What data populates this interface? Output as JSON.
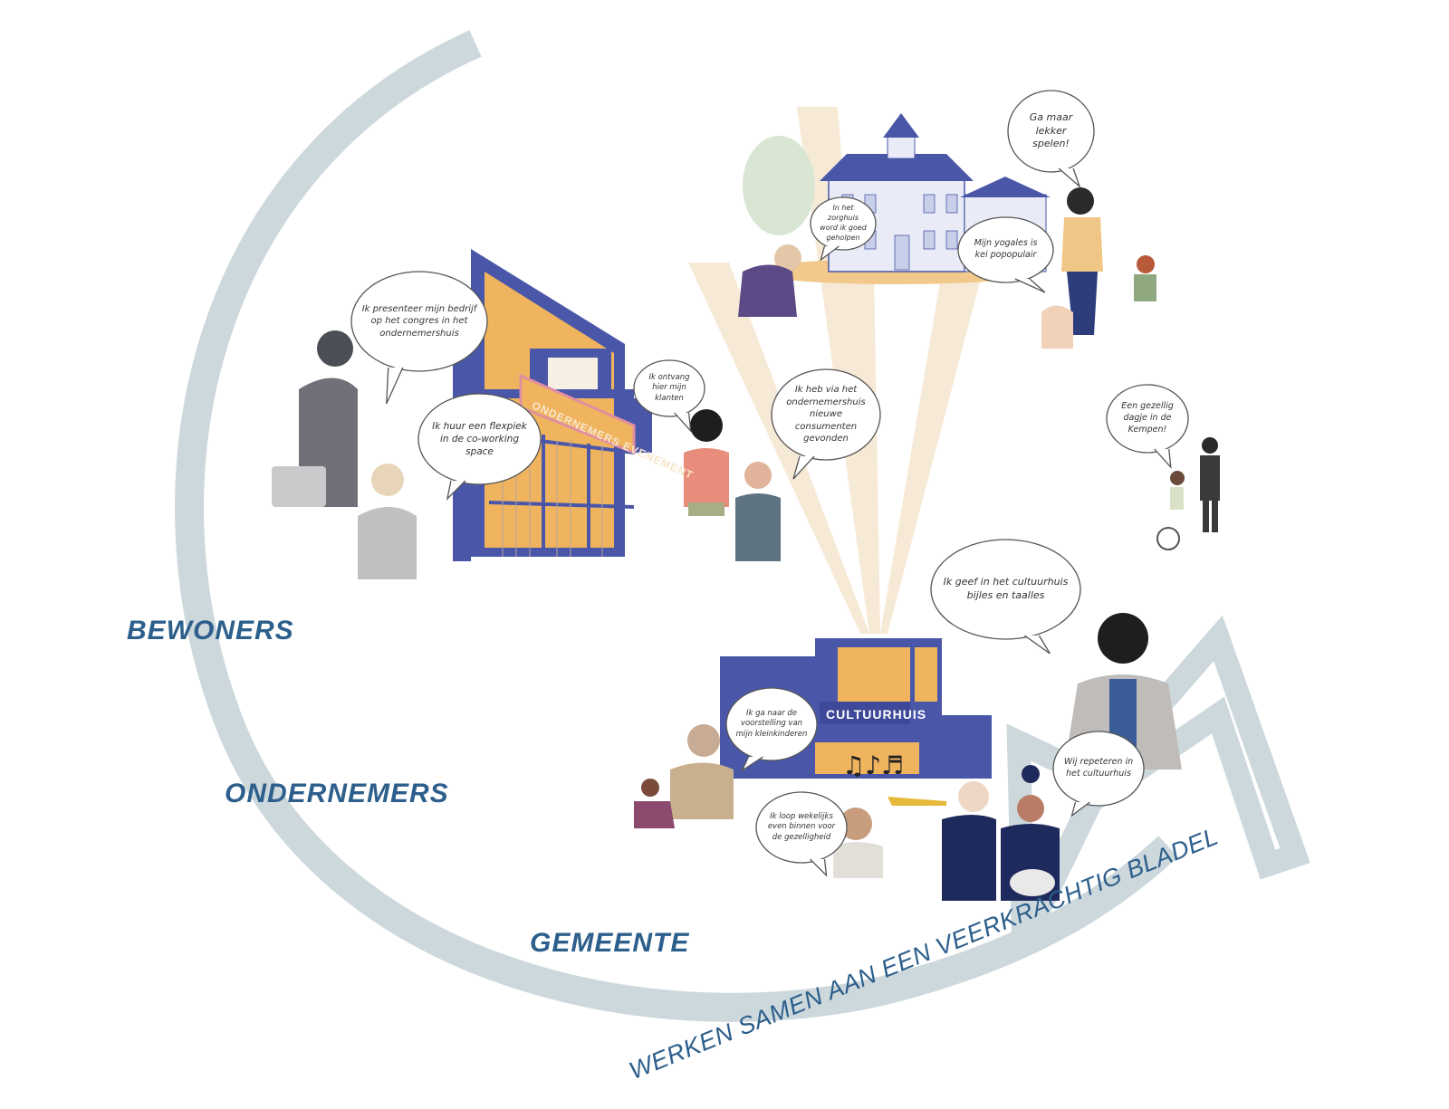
{
  "groups": {
    "residents": "BEWONERS",
    "entrepreneurs": "ONDERNEMERS",
    "municipality": "GEMEENTE"
  },
  "slogan": "WERKEN SAMEN AAN EEN VEERKRACHTIG BLADEL",
  "buildings": {
    "ondernemershuis_sign": "ONDERNEMERS EVENEMENT",
    "cultuurhuis_sign": "CULTUURHUIS"
  },
  "bubbles": {
    "congres": "Ik presenteer mijn bedrijf op het congres in het ondernemershuis",
    "flexplek": "Ik huur een flexpiek in de co-working space",
    "klanten": "Ik ontvang hier mijn klanten",
    "consumenten": "Ik heb via het ondernemershuis nieuwe consumenten gevonden",
    "zorghuis": "In het zorghuis word ik goed geholpen",
    "yogales": "Mijn yogales is kei popopulair",
    "spelen": "Ga maar lekker spelen!",
    "dagje": "Een gezellig dagje in de Kempen!",
    "taalles": "Ik geef in het cultuurhuis bijles en taalles",
    "voorstelling": "Ik ga naar de voorstelling van mijn kleinkinderen",
    "gezelligheid": "Ik loop wekelijks even binnen voor de gezelligheid",
    "repeteren": "Wij repeteren in het cultuurhuis"
  },
  "colors": {
    "arc": "#cdd8dc",
    "label_blue": "#2d5f8c",
    "building_blue": "#4a57a8",
    "wood": "#f0b45e",
    "beam": "#f5e6cf"
  }
}
